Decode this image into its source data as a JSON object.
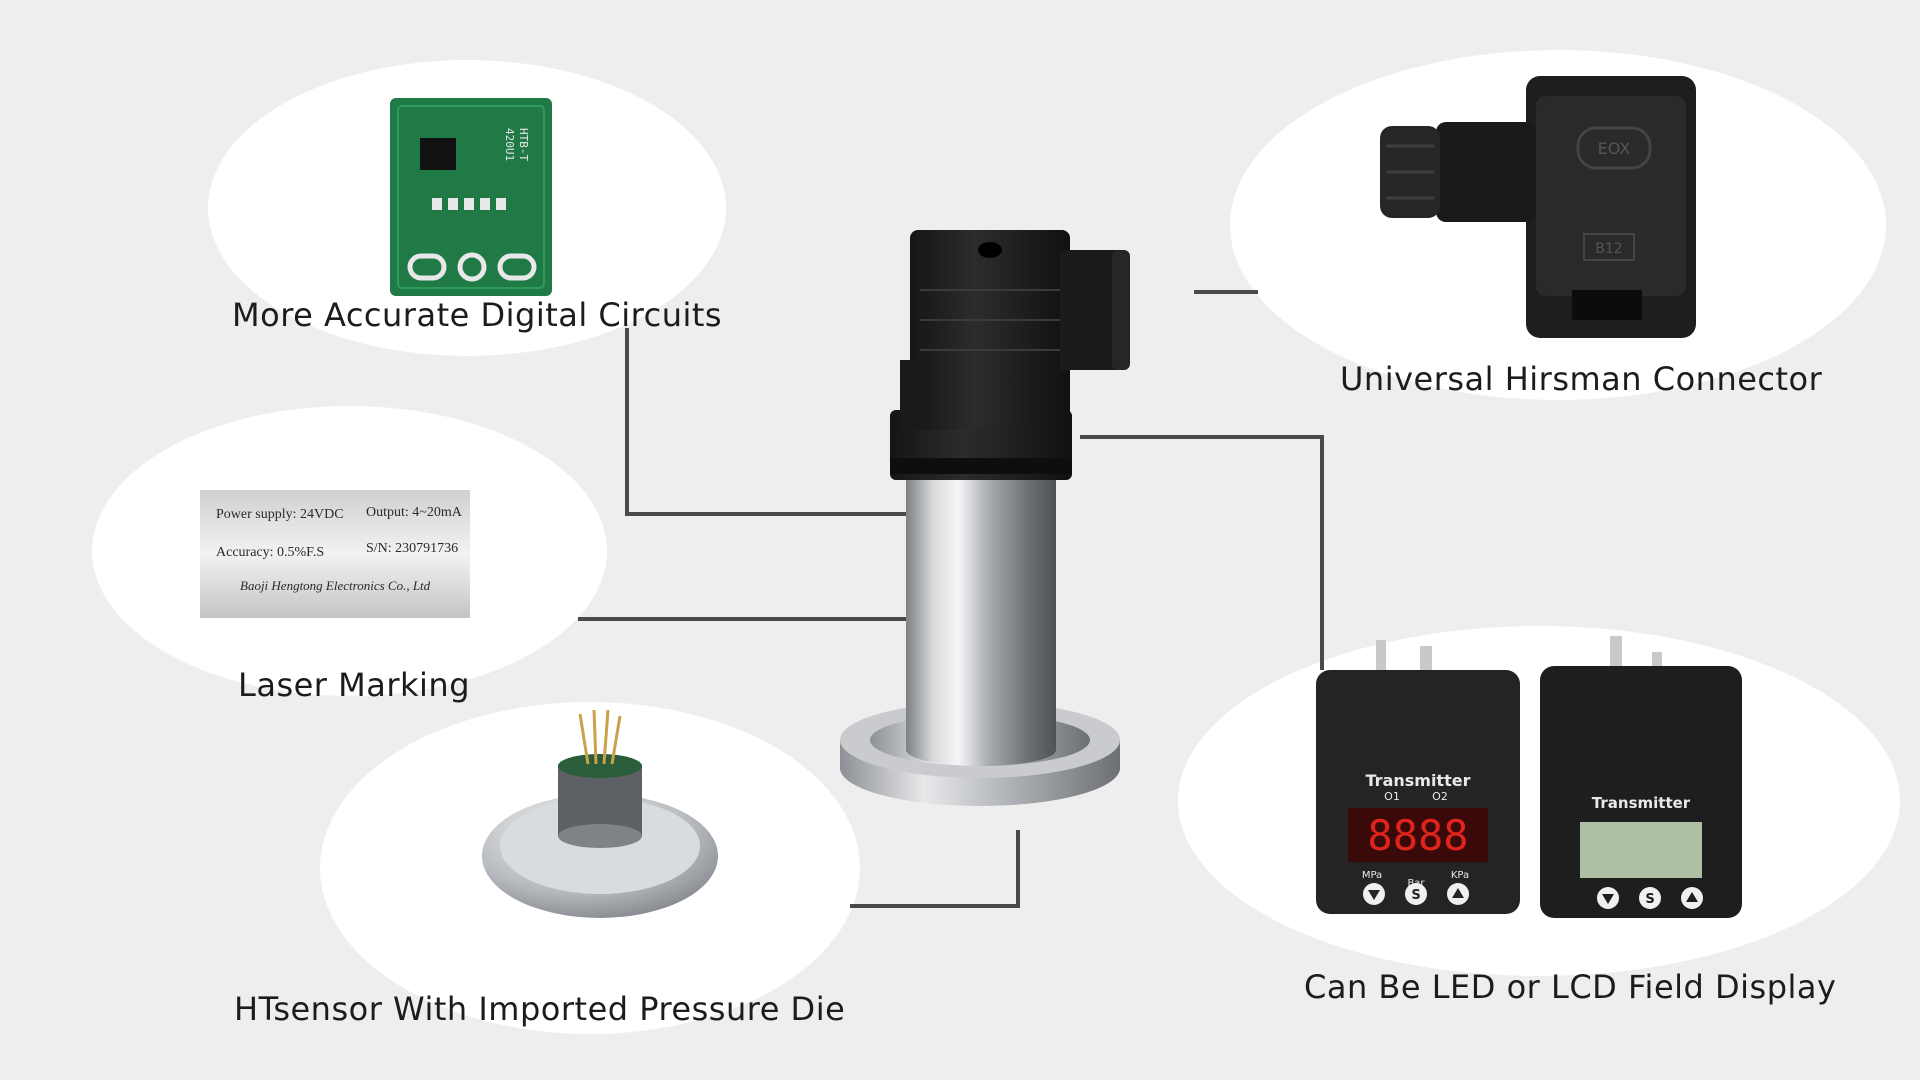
{
  "features": {
    "circuit": {
      "label": "More Accurate Digital Circuits",
      "board_name": "HTB-T",
      "board_model": "420U1"
    },
    "marking": {
      "label": "Laser Marking",
      "power_supply": "Power supply: 24VDC",
      "output": "Output: 4~20mA",
      "accuracy": "Accuracy: 0.5%F.S",
      "serial": "S/N: 230791736",
      "company": "Baoji Hengtong Electronics Co., Ltd"
    },
    "sensor": {
      "label": "HTsensor With Imported Pressure Die"
    },
    "connector": {
      "label": "Universal Hirsman Connector",
      "brand": "EOX",
      "code": "B12"
    },
    "display": {
      "label": "Can Be LED or LCD Field Display",
      "led_title": "Transmitter",
      "lcd_title": "Transmitter",
      "o1": "O1",
      "o2": "O2",
      "led_digits": "8888",
      "unit_mpa": "MPa",
      "unit_bar": "Bar",
      "unit_kpa": "KPa",
      "set_key": "S"
    }
  },
  "colors": {
    "background": "#eeeeee",
    "bubble": "#ffffff",
    "leader_line": "#4a4a4a",
    "pcb_green": "#1f7a45",
    "steel": "#b9bcc0",
    "connector_black": "#1e1e1e",
    "led_red": "#e0241c",
    "lcd_green": "#aebfa4"
  }
}
